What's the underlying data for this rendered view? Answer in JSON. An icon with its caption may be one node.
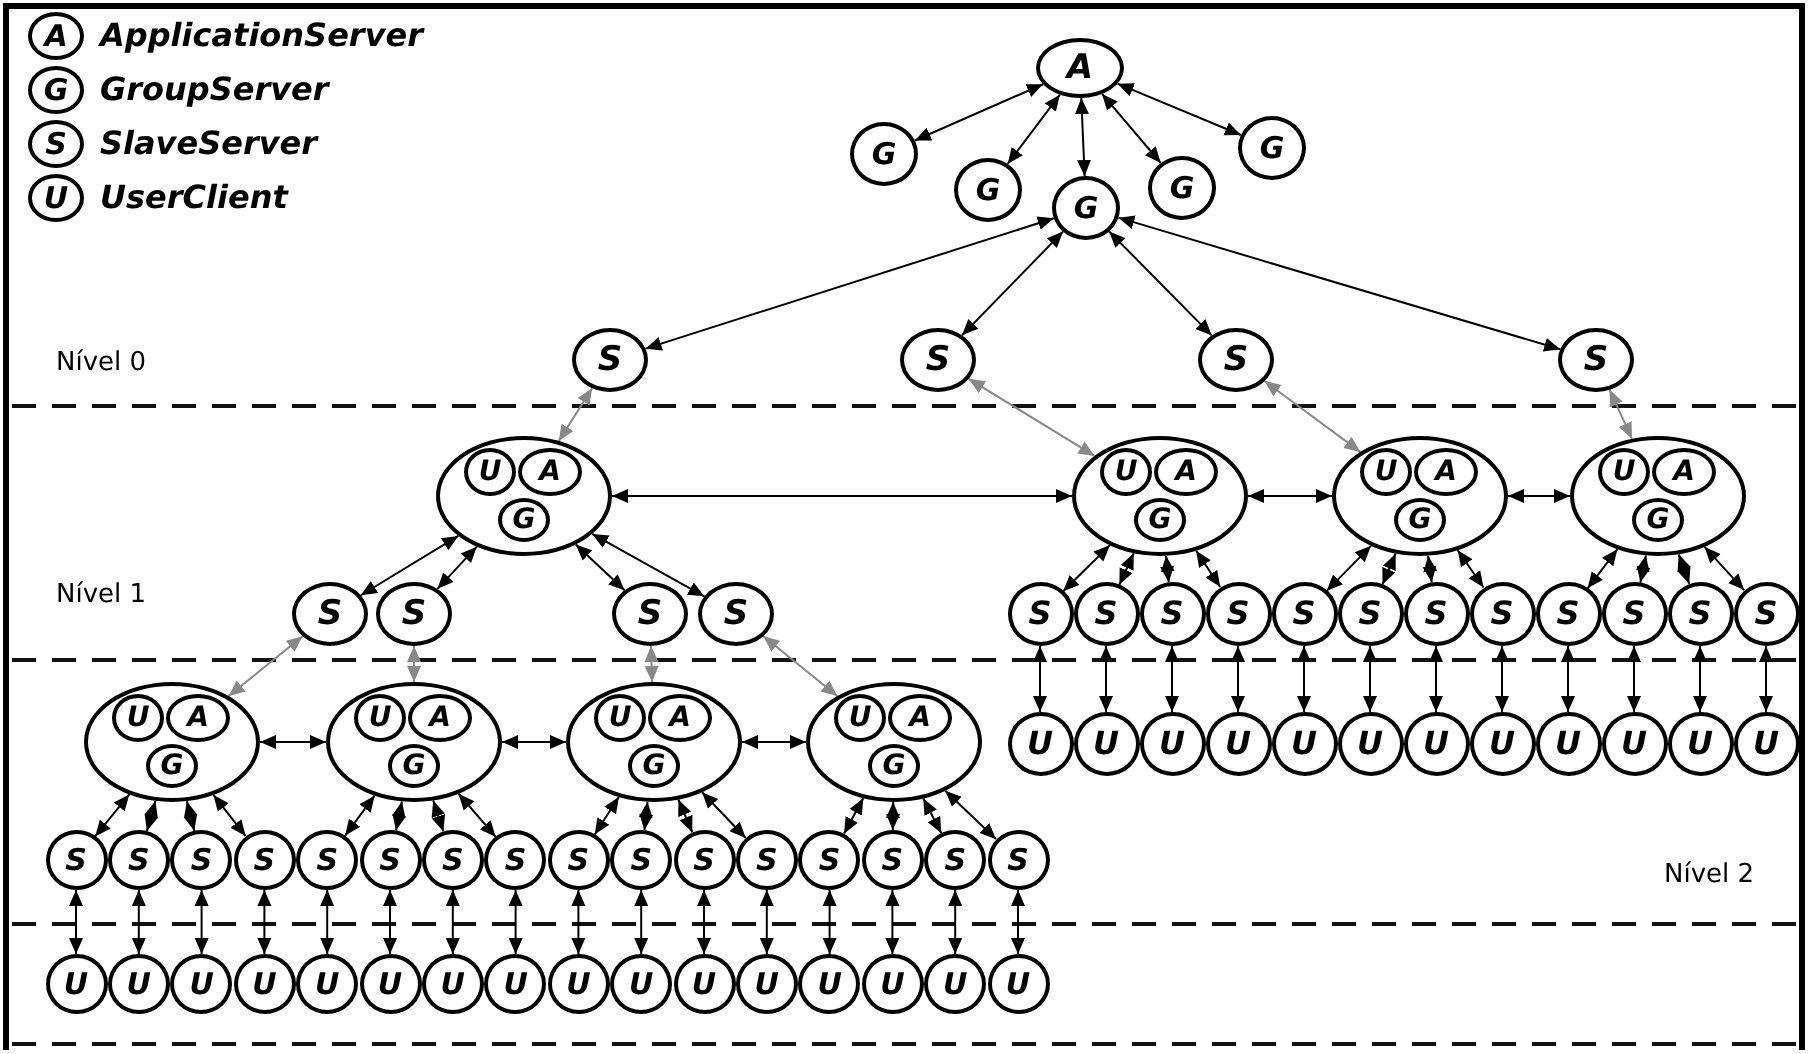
{
  "diagram": {
    "nodes": [
      {
        "text": [
          "A"
        ]
      },
      {
        "text": [
          "G"
        ]
      },
      {
        "text": [
          "G"
        ]
      },
      {
        "text": [
          "G"
        ]
      },
      {
        "text": [
          "G"
        ]
      },
      {
        "text": [
          "G"
        ]
      },
      {
        "text": [
          "S"
        ]
      },
      {
        "text": [
          "S"
        ]
      },
      {
        "text": [
          "S"
        ]
      },
      {
        "text": [
          "S"
        ]
      },
      {
        "text": [],
        "shape": "ellipse"
      },
      {
        "text": [
          "U"
        ],
        "in": 10
      },
      {
        "text": [
          "A"
        ],
        "in": 10
      },
      {
        "text": [
          "G"
        ],
        "in": 10
      },
      {
        "text": [],
        "shape": "ellipse"
      },
      {
        "text": [
          "U"
        ],
        "in": 14
      },
      {
        "text": [
          "A"
        ],
        "in": 14
      },
      {
        "text": [
          "G"
        ],
        "in": 14
      },
      {
        "text": [],
        "shape": "ellipse"
      },
      {
        "text": [
          "U"
        ],
        "in": 18
      },
      {
        "text": [
          "A"
        ],
        "in": 18
      },
      {
        "text": [
          "G"
        ],
        "in": 18
      },
      {
        "text": [],
        "shape": "ellipse"
      },
      {
        "text": [
          "U"
        ],
        "in": 22
      },
      {
        "text": [
          "A"
        ],
        "in": 22
      },
      {
        "text": [
          "G"
        ],
        "in": 22
      },
      {
        "text": [
          "S"
        ]
      },
      {
        "text": [
          "S"
        ]
      },
      {
        "text": [
          "S"
        ]
      },
      {
        "text": [
          "S"
        ]
      },
      {
        "text": [
          "S"
        ]
      },
      {
        "text": [
          "S"
        ]
      },
      {
        "text": [
          "S"
        ]
      },
      {
        "text": [
          "S"
        ]
      },
      {
        "text": [
          "S"
        ]
      },
      {
        "text": [
          "S"
        ]
      },
      {
        "text": [
          "S"
        ]
      },
      {
        "text": [
          "S"
        ]
      },
      {
        "text": [
          "S"
        ]
      },
      {
        "text": [
          "S"
        ]
      },
      {
        "text": [
          "S"
        ]
      },
      {
        "text": [
          "S"
        ]
      },
      {
        "text": [
          "U"
        ]
      },
      {
        "text": [
          "U"
        ]
      },
      {
        "text": [
          "U"
        ]
      },
      {
        "text": [
          "U"
        ]
      },
      {
        "text": [
          "U"
        ]
      },
      {
        "text": [
          "U"
        ]
      },
      {
        "text": [
          "U"
        ]
      },
      {
        "text": [
          "U"
        ]
      },
      {
        "text": [
          "U"
        ]
      },
      {
        "text": [
          "U"
        ]
      },
      {
        "text": [
          "U"
        ]
      },
      {
        "text": [
          "U"
        ]
      },
      {
        "text": [],
        "shape": "ellipse"
      },
      {
        "text": [
          "U"
        ],
        "in": 54
      },
      {
        "text": [
          "A"
        ],
        "in": 54
      },
      {
        "text": [
          "G"
        ],
        "in": 54
      },
      {
        "text": [],
        "shape": "ellipse"
      },
      {
        "text": [
          "U"
        ],
        "in": 58
      },
      {
        "text": [
          "A"
        ],
        "in": 58
      },
      {
        "text": [
          "G"
        ],
        "in": 58
      },
      {
        "text": [],
        "shape": "ellipse"
      },
      {
        "text": [
          "U"
        ],
        "in": 62
      },
      {
        "text": [
          "A"
        ],
        "in": 62
      },
      {
        "text": [
          "G"
        ],
        "in": 62
      },
      {
        "text": [],
        "shape": "ellipse"
      },
      {
        "text": [
          "U"
        ],
        "in": 66
      },
      {
        "text": [
          "A"
        ],
        "in": 66
      },
      {
        "text": [
          "G"
        ],
        "in": 66
      },
      {
        "text": [
          "S"
        ]
      },
      {
        "text": [
          "S"
        ]
      },
      {
        "text": [
          "S"
        ]
      },
      {
        "text": [
          "S"
        ]
      },
      {
        "text": [
          "S"
        ]
      },
      {
        "text": [
          "S"
        ]
      },
      {
        "text": [
          "S"
        ]
      },
      {
        "text": [
          "S"
        ]
      },
      {
        "text": [
          "S"
        ]
      },
      {
        "text": [
          "S"
        ]
      },
      {
        "text": [
          "S"
        ]
      },
      {
        "text": [
          "S"
        ]
      },
      {
        "text": [
          "S"
        ]
      },
      {
        "text": [
          "S"
        ]
      },
      {
        "text": [
          "S"
        ]
      },
      {
        "text": [
          "S"
        ]
      },
      {
        "text": [
          "U"
        ]
      },
      {
        "text": [
          "U"
        ]
      },
      {
        "text": [
          "U"
        ]
      },
      {
        "text": [
          "U"
        ]
      },
      {
        "text": [
          "U"
        ]
      },
      {
        "text": [
          "U"
        ]
      },
      {
        "text": [
          "U"
        ]
      },
      {
        "text": [
          "U"
        ]
      },
      {
        "text": [
          "U"
        ]
      },
      {
        "text": [
          "U"
        ]
      },
      {
        "text": [
          "U"
        ]
      },
      {
        "text": [
          "U"
        ]
      },
      {
        "text": [
          "U"
        ]
      },
      {
        "text": [
          "U"
        ]
      },
      {
        "text": [
          "U"
        ]
      },
      {
        "text": [
          "U"
        ]
      }
    ],
    "edges": [
      {
        "from": 0,
        "to": 1,
        "arrow": "both"
      },
      {
        "from": 0,
        "to": 2,
        "arrow": "both"
      },
      {
        "from": 0,
        "to": 3,
        "arrow": "both"
      },
      {
        "from": 0,
        "to": 4,
        "arrow": "both"
      },
      {
        "from": 0,
        "to": 5,
        "arrow": "both"
      },
      {
        "from": 3,
        "to": 6,
        "arrow": "both"
      },
      {
        "from": 3,
        "to": 7,
        "arrow": "both"
      },
      {
        "from": 3,
        "to": 8,
        "arrow": "both"
      },
      {
        "from": 3,
        "to": 9,
        "arrow": "both"
      },
      {
        "from": 6,
        "to": 10,
        "arrow": "both",
        "color": "#888888"
      },
      {
        "from": 7,
        "to": 14,
        "arrow": "both",
        "color": "#888888"
      },
      {
        "from": 8,
        "to": 18,
        "arrow": "both",
        "color": "#888888"
      },
      {
        "from": 9,
        "to": 22,
        "arrow": "both",
        "color": "#888888"
      },
      {
        "from": 10,
        "to": 14,
        "arrow": "both"
      },
      {
        "from": 14,
        "to": 18,
        "arrow": "both"
      },
      {
        "from": 18,
        "to": 22,
        "arrow": "both"
      },
      {
        "from": 10,
        "to": 26,
        "arrow": "both"
      },
      {
        "from": 10,
        "to": 27,
        "arrow": "both"
      },
      {
        "from": 10,
        "to": 28,
        "arrow": "both"
      },
      {
        "from": 10,
        "to": 29,
        "arrow": "both"
      },
      {
        "from": 14,
        "to": 30,
        "arrow": "both"
      },
      {
        "from": 14,
        "to": 31,
        "arrow": "both"
      },
      {
        "from": 14,
        "to": 32,
        "arrow": "both"
      },
      {
        "from": 14,
        "to": 33,
        "arrow": "both"
      },
      {
        "from": 18,
        "to": 34,
        "arrow": "both"
      },
      {
        "from": 18,
        "to": 35,
        "arrow": "both"
      },
      {
        "from": 18,
        "to": 36,
        "arrow": "both"
      },
      {
        "from": 18,
        "to": 37,
        "arrow": "both"
      },
      {
        "from": 22,
        "to": 38,
        "arrow": "both"
      },
      {
        "from": 22,
        "to": 39,
        "arrow": "both"
      },
      {
        "from": 22,
        "to": 40,
        "arrow": "both"
      },
      {
        "from": 22,
        "to": 41,
        "arrow": "both"
      },
      {
        "from": 30,
        "to": 42,
        "arrow": "both"
      },
      {
        "from": 31,
        "to": 43,
        "arrow": "both"
      },
      {
        "from": 32,
        "to": 44,
        "arrow": "both"
      },
      {
        "from": 33,
        "to": 45,
        "arrow": "both"
      },
      {
        "from": 34,
        "to": 46,
        "arrow": "both"
      },
      {
        "from": 35,
        "to": 47,
        "arrow": "both"
      },
      {
        "from": 36,
        "to": 48,
        "arrow": "both"
      },
      {
        "from": 37,
        "to": 49,
        "arrow": "both"
      },
      {
        "from": 38,
        "to": 50,
        "arrow": "both"
      },
      {
        "from": 39,
        "to": 51,
        "arrow": "both"
      },
      {
        "from": 40,
        "to": 52,
        "arrow": "both"
      },
      {
        "from": 41,
        "to": 53,
        "arrow": "both"
      },
      {
        "from": 26,
        "to": 54,
        "arrow": "both",
        "color": "#888888"
      },
      {
        "from": 27,
        "to": 58,
        "arrow": "both",
        "color": "#888888"
      },
      {
        "from": 28,
        "to": 62,
        "arrow": "both",
        "color": "#888888"
      },
      {
        "from": 29,
        "to": 66,
        "arrow": "both",
        "color": "#888888"
      },
      {
        "from": 54,
        "to": 58,
        "arrow": "both"
      },
      {
        "from": 58,
        "to": 62,
        "arrow": "both"
      },
      {
        "from": 62,
        "to": 66,
        "arrow": "both"
      },
      {
        "from": 54,
        "to": 70,
        "arrow": "both"
      },
      {
        "from": 54,
        "to": 71,
        "arrow": "both"
      },
      {
        "from": 54,
        "to": 72,
        "arrow": "both"
      },
      {
        "from": 54,
        "to": 73,
        "arrow": "both"
      },
      {
        "from": 58,
        "to": 74,
        "arrow": "both"
      },
      {
        "from": 58,
        "to": 75,
        "arrow": "both"
      },
      {
        "from": 58,
        "to": 76,
        "arrow": "both"
      },
      {
        "from": 58,
        "to": 77,
        "arrow": "both"
      },
      {
        "from": 62,
        "to": 78,
        "arrow": "both"
      },
      {
        "from": 62,
        "to": 79,
        "arrow": "both"
      },
      {
        "from": 62,
        "to": 80,
        "arrow": "both"
      },
      {
        "from": 62,
        "to": 81,
        "arrow": "both"
      },
      {
        "from": 66,
        "to": 82,
        "arrow": "both"
      },
      {
        "from": 66,
        "to": 83,
        "arrow": "both"
      },
      {
        "from": 66,
        "to": 84,
        "arrow": "both"
      },
      {
        "from": 66,
        "to": 85,
        "arrow": "both"
      },
      {
        "from": 70,
        "to": 86,
        "arrow": "both"
      },
      {
        "from": 71,
        "to": 87,
        "arrow": "both"
      },
      {
        "from": 72,
        "to": 88,
        "arrow": "both"
      },
      {
        "from": 73,
        "to": 89,
        "arrow": "both"
      },
      {
        "from": 74,
        "to": 90,
        "arrow": "both"
      },
      {
        "from": 75,
        "to": 91,
        "arrow": "both"
      },
      {
        "from": 76,
        "to": 92,
        "arrow": "both"
      },
      {
        "from": 77,
        "to": 93,
        "arrow": "both"
      },
      {
        "from": 78,
        "to": 94,
        "arrow": "both"
      },
      {
        "from": 79,
        "to": 95,
        "arrow": "both"
      },
      {
        "from": 80,
        "to": 96,
        "arrow": "both"
      },
      {
        "from": 81,
        "to": 97,
        "arrow": "both"
      },
      {
        "from": 82,
        "to": 98,
        "arrow": "both"
      },
      {
        "from": 83,
        "to": 99,
        "arrow": "both"
      },
      {
        "from": 84,
        "to": 100,
        "arrow": "both"
      },
      {
        "from": 85,
        "to": 101,
        "arrow": "both"
      }
    ],
    "labels": [
      "A",
      "G",
      "S",
      "U",
      "Nível 0",
      "Nível 1",
      "Nível 2"
    ],
    "legend": [
      {
        "text": "ApplicationServer"
      },
      {
        "text": "GroupServer"
      },
      {
        "text": "SlaveServer"
      },
      {
        "text": "UserClient"
      }
    ]
  }
}
